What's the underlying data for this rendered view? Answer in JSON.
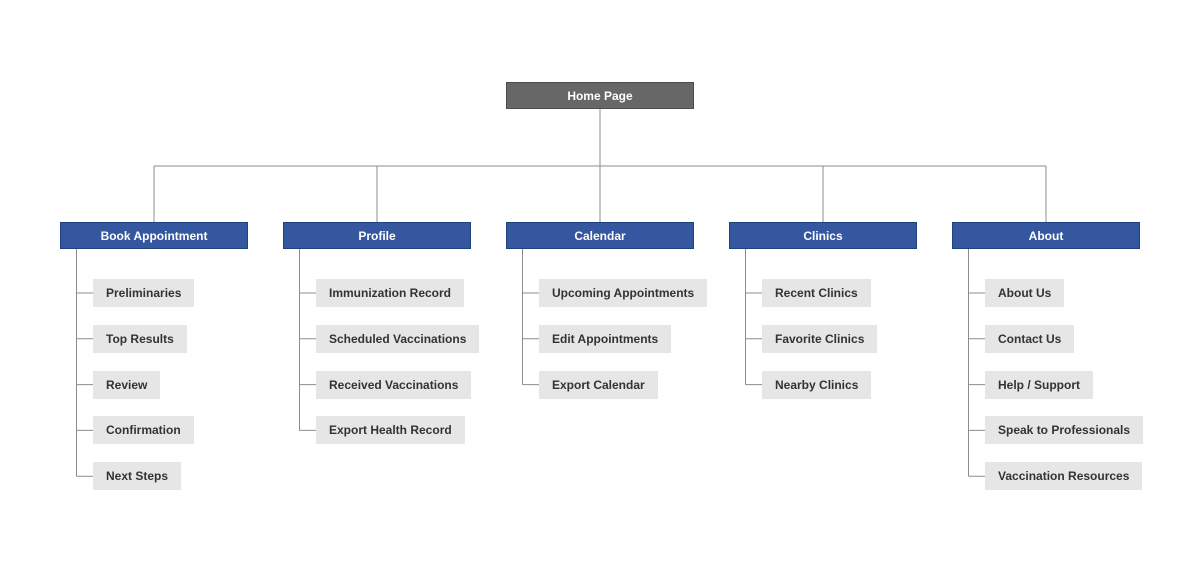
{
  "colors": {
    "root_fill": "#676767",
    "category_fill": "#35579f",
    "leaf_fill": "#e6e6e6",
    "connector": "#8c8c8c"
  },
  "root": {
    "label": "Home Page"
  },
  "categories": [
    {
      "label": "Book Appointment",
      "items": [
        "Preliminaries",
        "Top Results",
        "Review",
        "Confirmation",
        "Next Steps"
      ]
    },
    {
      "label": "Profile",
      "items": [
        "Immunization Record",
        "Scheduled Vaccinations",
        "Received Vaccinations",
        "Export Health Record"
      ]
    },
    {
      "label": "Calendar",
      "items": [
        "Upcoming Appointments",
        "Edit Appointments",
        "Export Calendar"
      ]
    },
    {
      "label": "Clinics",
      "items": [
        "Recent Clinics",
        "Favorite Clinics",
        "Nearby Clinics"
      ]
    },
    {
      "label": "About",
      "items": [
        "About Us",
        "Contact Us",
        "Help / Support",
        "Speak to Professionals",
        "Vaccination Resources"
      ]
    }
  ]
}
